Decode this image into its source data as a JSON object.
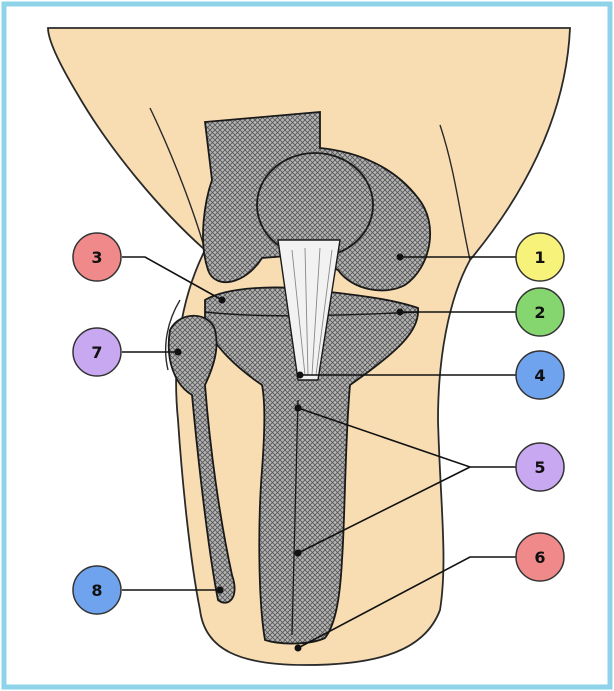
{
  "colors": {
    "frame": "#8fd3ea",
    "skin": "#f8ddb3",
    "bone_fill": "#9a9a9a",
    "ligament": "#f2f2f2",
    "outline": "#1a1a1a"
  },
  "labels": [
    {
      "id": "1",
      "text": "1",
      "color": "#f7f27a"
    },
    {
      "id": "2",
      "text": "2",
      "color": "#86d66f"
    },
    {
      "id": "3",
      "text": "3",
      "color": "#f08a8a"
    },
    {
      "id": "4",
      "text": "4",
      "color": "#6fa3ee"
    },
    {
      "id": "5",
      "text": "5",
      "color": "#c8a8f0"
    },
    {
      "id": "6",
      "text": "6",
      "color": "#f08a8a"
    },
    {
      "id": "7",
      "text": "7",
      "color": "#c8a8f0"
    },
    {
      "id": "8",
      "text": "8",
      "color": "#6fa3ee"
    }
  ]
}
